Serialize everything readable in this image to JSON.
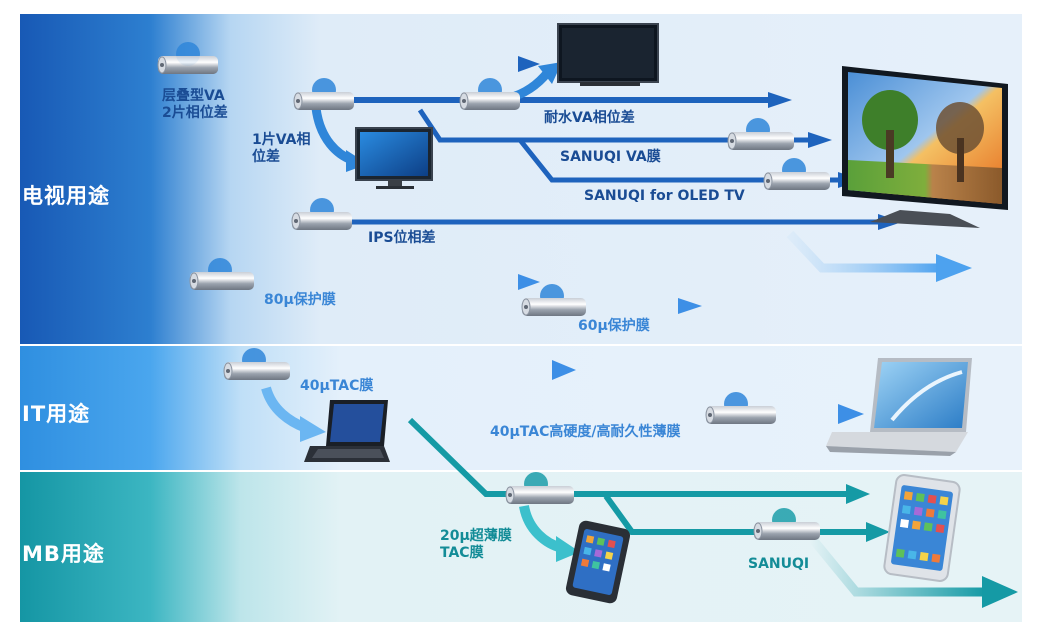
{
  "sections": {
    "tv": "电视用途",
    "it": "IT用途",
    "mb": "MB用途"
  },
  "labels": {
    "stacked_va_line1": "层叠型VA",
    "stacked_va_line2": "2片相位差",
    "single_va_line1": "1片VA相",
    "single_va_line2": "位差",
    "water_resistant_va": "耐水VA相位差",
    "sanuqi_va": "SANUQI VA膜",
    "sanuqi_oled": "SANUQI for OLED TV",
    "ips": "IPS位相差",
    "protect_80": "80μ保护膜",
    "protect_60": "60μ保护膜",
    "tac_40": "40μTAC膜",
    "tac_40_hard": "40μTAC高硬度/高耐久性薄膜",
    "ultra_thin_line1": "20μ超薄膜",
    "ultra_thin_line2": "TAC膜",
    "sanuqi": "SANUQI"
  },
  "colors": {
    "tv_band": "#2a79c9",
    "it_band": "#3f9be6",
    "mb_band": "#23a5b1",
    "arrow_blue": "#1e63bd",
    "arrow_light": "#4da2ef",
    "arrow_teal": "#159aa5"
  }
}
